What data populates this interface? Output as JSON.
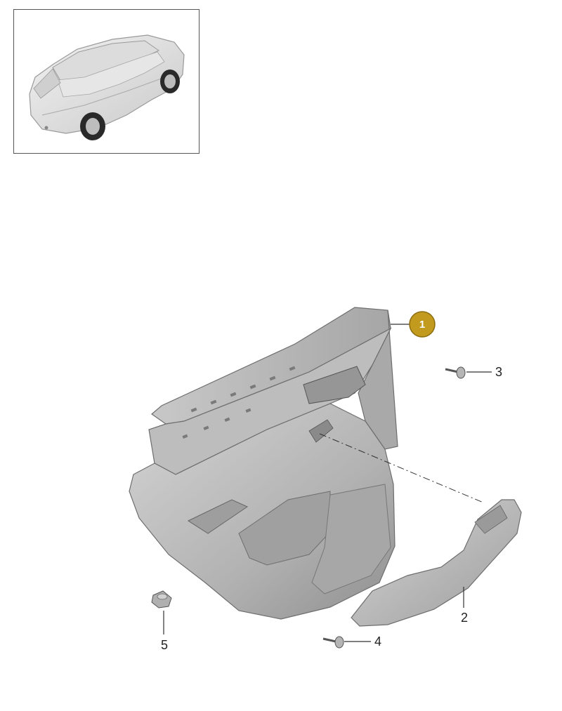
{
  "callouts": [
    {
      "id": "1",
      "label": "1",
      "highlighted": true,
      "part": "door-trim-panel"
    },
    {
      "id": "2",
      "label": "2",
      "highlighted": false,
      "part": "grab-handle"
    },
    {
      "id": "3",
      "label": "3",
      "highlighted": false,
      "part": "screw"
    },
    {
      "id": "4",
      "label": "4",
      "highlighted": false,
      "part": "screw"
    },
    {
      "id": "5",
      "label": "5",
      "highlighted": false,
      "part": "clip"
    }
  ],
  "colors": {
    "badge_fill": "#c19a1e",
    "badge_border": "#8c6d10",
    "part_gray": "#b8b8b8",
    "part_dark": "#8e8e8e",
    "line": "#333333"
  },
  "thumbnail": {
    "icon": "car-suv-icon"
  }
}
